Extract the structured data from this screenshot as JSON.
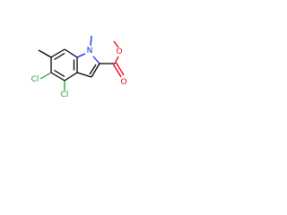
{
  "molecule": {
    "atoms": {
      "cl_top": "Cl",
      "cl_bottom": "Cl",
      "n_ring": "N",
      "o_carbonyl": "O",
      "o_ester": "O"
    },
    "colors": {
      "bond": "#000000",
      "chlorine": "#1fa01f",
      "oxygen": "#e8000b",
      "nitrogen": "#0a2bd6",
      "background": "#ffffff"
    }
  }
}
